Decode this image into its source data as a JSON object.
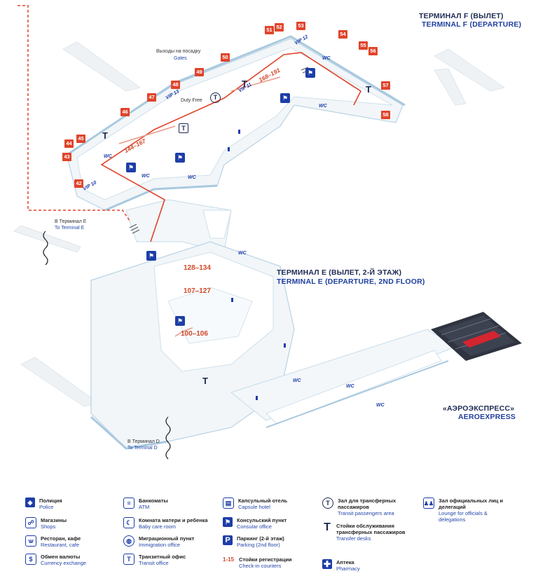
{
  "titles": {
    "terminal_f_ru": "ТЕРМИНАЛ F (ВЫЛЕТ)",
    "terminal_f_en": "TERMINAL F (DEPARTURE)",
    "terminal_e_ru": "ТЕРМИНАЛ E (ВЫЛЕТ, 2-Й ЭТАЖ)",
    "terminal_e_en": "TERMINAL E (DEPARTURE, 2ND FLOOR)",
    "aeroexpress_ru": "«АЭРОЭКСПРЕСС»",
    "aeroexpress_en": "AEROEXPRESS"
  },
  "labels": {
    "gates_ru": "Выходы на посадку",
    "gates_en": "Gates",
    "duty_free": "Duty Free",
    "to_e_ru": "В Терминал E",
    "to_e_en": "To Terminal E",
    "to_d_ru": "В Терминал D",
    "to_d_en": "To Terminal D",
    "wc": "WC",
    "vip10": "VIP 10",
    "vip11": "VIP 11",
    "vip12": "VIP 12",
    "vip13": "VIP 13"
  },
  "gates": [
    "42",
    "43",
    "44",
    "45",
    "46",
    "47",
    "48",
    "49",
    "50",
    "51",
    "52",
    "53",
    "54",
    "55",
    "56",
    "57",
    "58"
  ],
  "checkin_ranges": {
    "r144": "144–167",
    "r168": "168–191",
    "r128": "128–134",
    "r107": "107–127",
    "r100": "100–106"
  },
  "legend": [
    {
      "icon": "police-icon",
      "ru": "Полиция",
      "en": "Police"
    },
    {
      "icon": "shops-icon",
      "ru": "Магазины",
      "en": "Shops"
    },
    {
      "icon": "restaurant-icon",
      "ru": "Ресторан, кафе",
      "en": "Restaurant, cafe"
    },
    {
      "icon": "currency-icon",
      "ru": "Обмен валюты",
      "en": "Currency exchange"
    },
    {
      "icon": "atm-icon",
      "ru": "Банкоматы",
      "en": "ATM"
    },
    {
      "icon": "baby-care-icon",
      "ru": "Комната матери и ребенка",
      "en": "Baby care room"
    },
    {
      "icon": "immigration-icon",
      "ru": "Миграционный пункт",
      "en": "Immigration office"
    },
    {
      "icon": "transit-office-icon",
      "ru": "Транзитный офис",
      "en": "Transit office"
    },
    {
      "icon": "capsule-hotel-icon",
      "ru": "Капсульный отель",
      "en": "Capsule hotel"
    },
    {
      "icon": "consular-icon",
      "ru": "Консульский пункт",
      "en": "Consular office"
    },
    {
      "icon": "parking-icon",
      "ru": "Паркинг (2-й этаж)",
      "en": "Parking (2nd floor)"
    },
    {
      "icon": "checkin-icon",
      "ru": "Стойки регистрации",
      "en": "Check-in counters",
      "symbol": "1-15"
    },
    {
      "icon": "transit-area-icon",
      "ru": "Зал для трансферных пассажиров",
      "en": "Transit passengers area"
    },
    {
      "icon": "transfer-desk-icon",
      "ru": "Стойки обслуживания трансферных пассажиров",
      "en": "Transfer desks"
    },
    {
      "icon": "pharmacy-icon",
      "ru": "Аптека",
      "en": "Pharmacy"
    },
    {
      "icon": "lounge-icon",
      "ru": "Зал официальных лиц и делегаций",
      "en": "Lounge for officials & delegations"
    }
  ],
  "colors": {
    "route": "#e0442b",
    "brand_blue": "#1d3ea8",
    "floor": "#eef3f7",
    "wall": "#bfd6e6"
  }
}
